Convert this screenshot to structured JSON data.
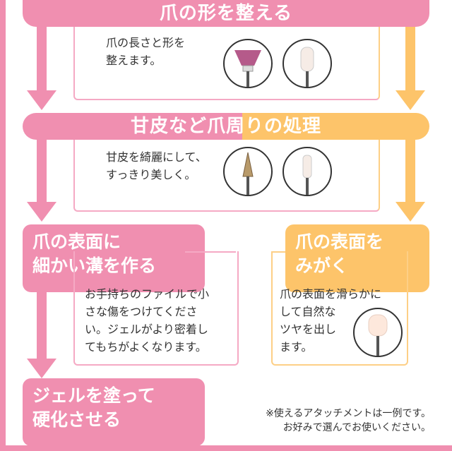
{
  "step1": {
    "title": "爪の形を整える",
    "desc_line1": "爪の長さと形を",
    "desc_line2": "整えます。"
  },
  "step2": {
    "title": "甘皮など爪周りの処理",
    "desc_line1": "甘皮を綺麗にして、",
    "desc_line2": "すっきり美しく。"
  },
  "step3_left": {
    "title_line1": "爪の表面に",
    "title_line2": "細かい溝を作る",
    "desc_line1": "お手持ちのファイルで小",
    "desc_line2": "さな傷をつけてくださ",
    "desc_line3": "い。ジェルがより密着し",
    "desc_line4": "てもちがよくなります。"
  },
  "step3_right": {
    "title_line1": "爪の表面を",
    "title_line2": "みがく",
    "desc_line1": "爪の表面を滑らかに",
    "desc_line2": "して自然な",
    "desc_line3": "ツヤを出し",
    "desc_line4": "ます。"
  },
  "step4": {
    "title_line1": "ジェルを塗って",
    "title_line2": "硬化させる"
  },
  "footnote": {
    "line1": "※使えるアタッチメントは一例です。",
    "line2": "お好みで選んでお使いください。"
  },
  "colors": {
    "pink": "#f08fb0",
    "orange": "#fdc46a"
  }
}
